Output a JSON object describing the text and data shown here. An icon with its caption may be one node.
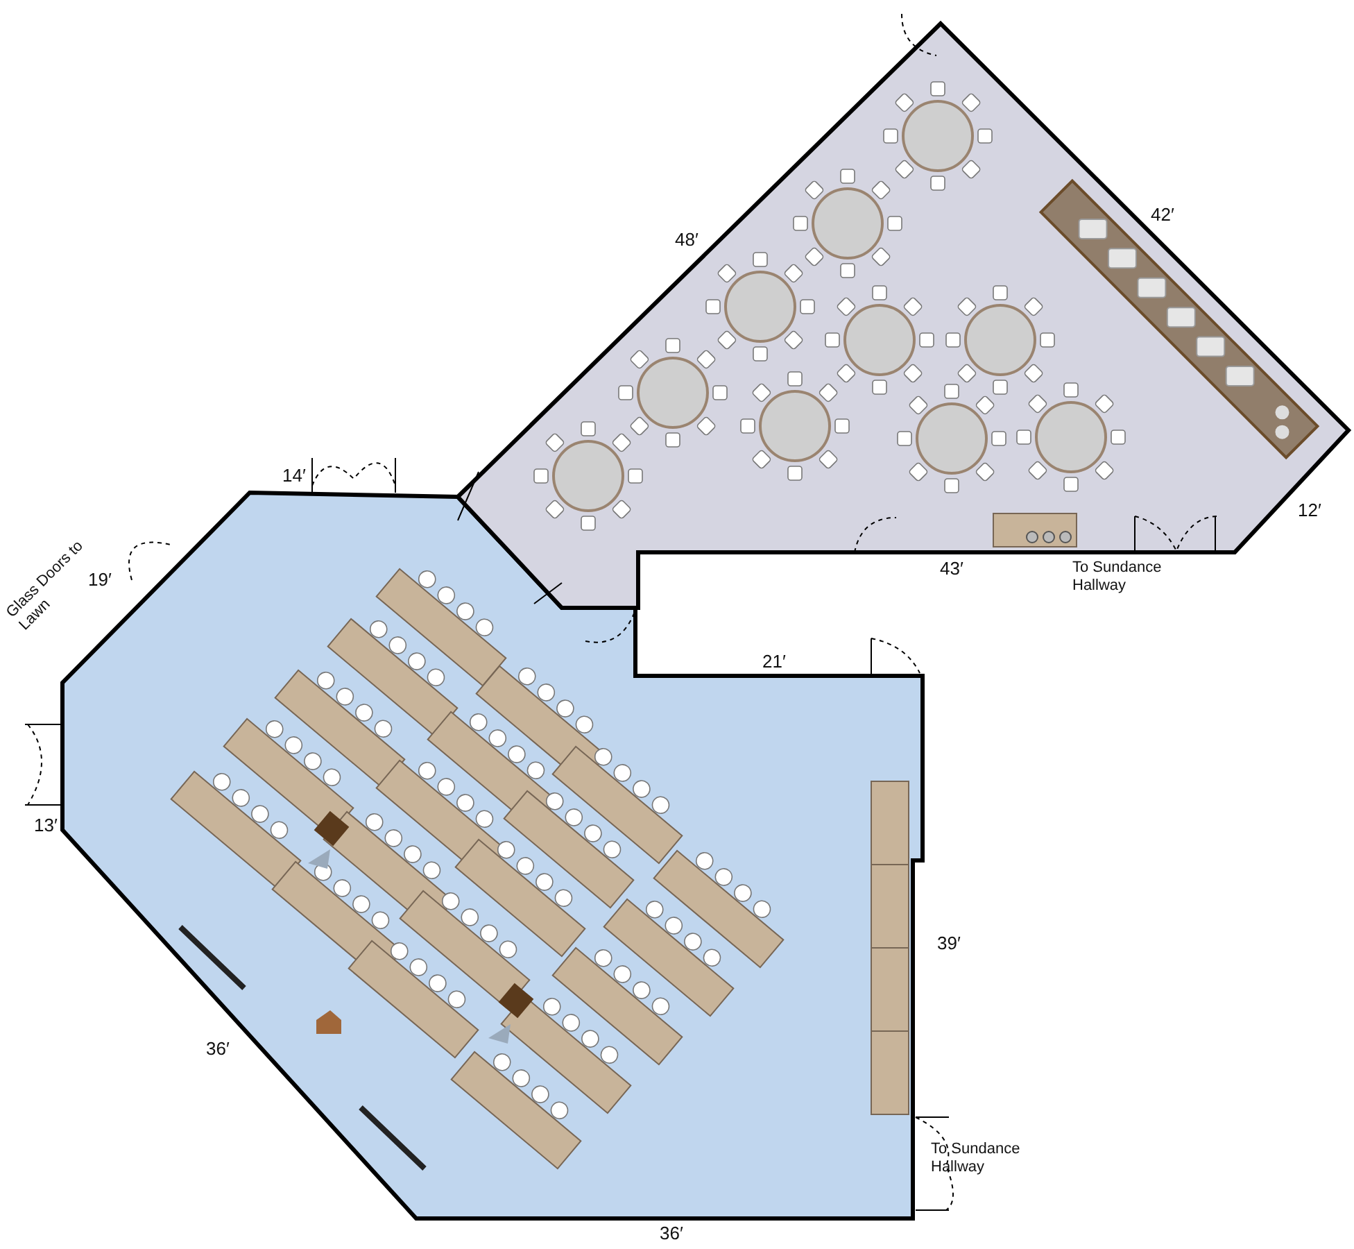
{
  "diagram": {
    "labels": [
      "48′",
      "42′",
      "14′",
      "Glass Doors to Lawn",
      "19′",
      "12′",
      "43′",
      "To Sundance Hallway",
      "21′",
      "13′",
      "39′",
      "36′",
      "To Sundance Hallway",
      "36′"
    ]
  }
}
